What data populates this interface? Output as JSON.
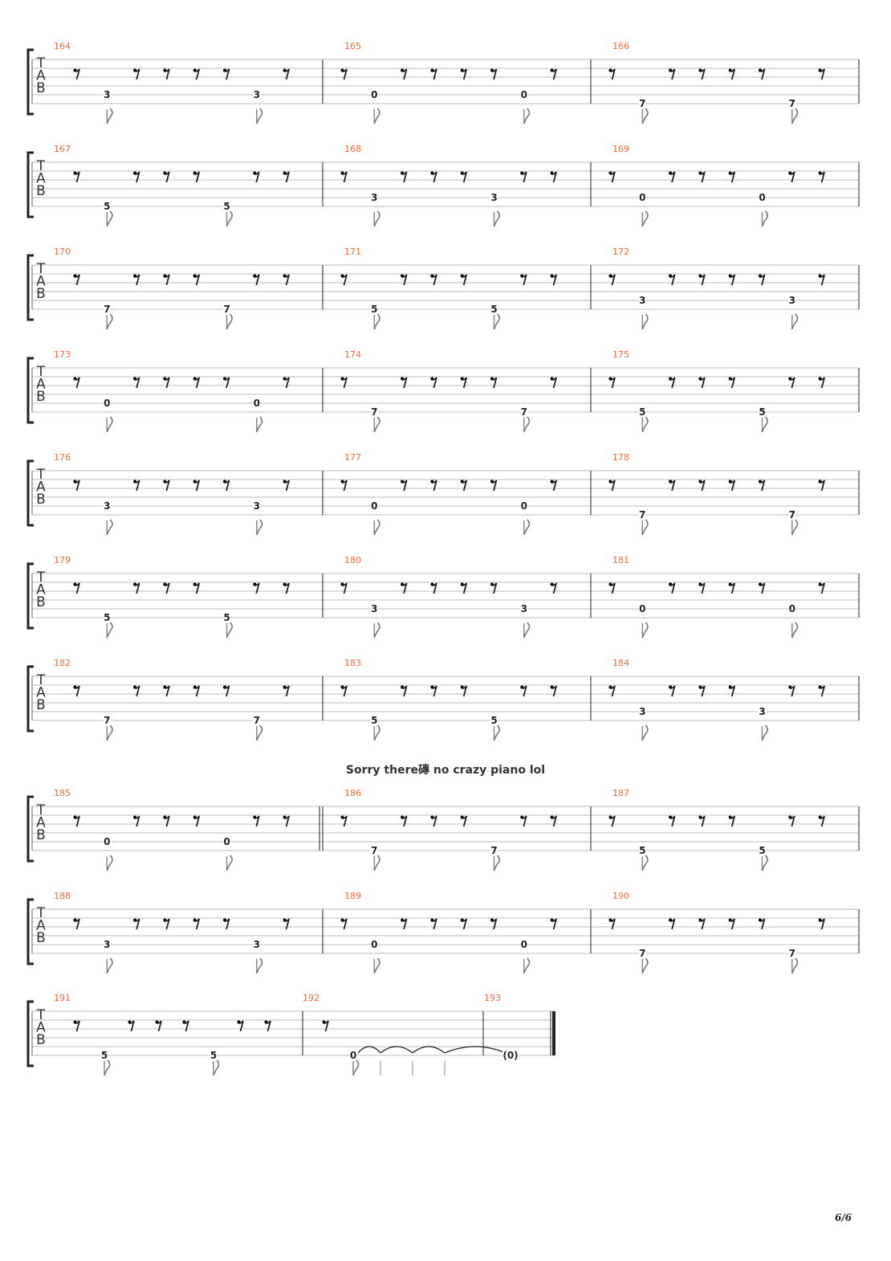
{
  "tab_letters": [
    "T",
    "A",
    "B"
  ],
  "annotation": "Sorry there磚 no crazy piano lol",
  "page_indicator": "6/6",
  "colors": {
    "measure_number": "#f26b3a",
    "staff_line": "#bbbbbb",
    "ink": "#222222"
  },
  "patterns": {
    "A": [
      2,
      7
    ],
    "B": [
      2,
      6
    ]
  },
  "systems": [
    {
      "measures": [
        {
          "number": "164",
          "fret": "3",
          "string": 5,
          "pattern": "A"
        },
        {
          "number": "165",
          "fret": "0",
          "string": 5,
          "pattern": "A"
        },
        {
          "number": "166",
          "fret": "7",
          "string": 6,
          "pattern": "A"
        }
      ]
    },
    {
      "measures": [
        {
          "number": "167",
          "fret": "5",
          "string": 6,
          "pattern": "B"
        },
        {
          "number": "168",
          "fret": "3",
          "string": 5,
          "pattern": "B"
        },
        {
          "number": "169",
          "fret": "0",
          "string": 5,
          "pattern": "B"
        }
      ]
    },
    {
      "measures": [
        {
          "number": "170",
          "fret": "7",
          "string": 6,
          "pattern": "B"
        },
        {
          "number": "171",
          "fret": "5",
          "string": 6,
          "pattern": "B"
        },
        {
          "number": "172",
          "fret": "3",
          "string": 5,
          "pattern": "A"
        }
      ]
    },
    {
      "measures": [
        {
          "number": "173",
          "fret": "0",
          "string": 5,
          "pattern": "A"
        },
        {
          "number": "174",
          "fret": "7",
          "string": 6,
          "pattern": "A"
        },
        {
          "number": "175",
          "fret": "5",
          "string": 6,
          "pattern": "B"
        }
      ]
    },
    {
      "measures": [
        {
          "number": "176",
          "fret": "3",
          "string": 5,
          "pattern": "A"
        },
        {
          "number": "177",
          "fret": "0",
          "string": 5,
          "pattern": "A"
        },
        {
          "number": "178",
          "fret": "7",
          "string": 6,
          "pattern": "A"
        }
      ]
    },
    {
      "measures": [
        {
          "number": "179",
          "fret": "5",
          "string": 6,
          "pattern": "B"
        },
        {
          "number": "180",
          "fret": "3",
          "string": 5,
          "pattern": "A"
        },
        {
          "number": "181",
          "fret": "0",
          "string": 5,
          "pattern": "A"
        }
      ]
    },
    {
      "measures": [
        {
          "number": "182",
          "fret": "7",
          "string": 6,
          "pattern": "A"
        },
        {
          "number": "183",
          "fret": "5",
          "string": 6,
          "pattern": "B"
        },
        {
          "number": "184",
          "fret": "3",
          "string": 5,
          "pattern": "B"
        }
      ]
    },
    {
      "measures": [
        {
          "number": "185",
          "fret": "0",
          "string": 5,
          "pattern": "B"
        },
        {
          "number": "186",
          "fret": "7",
          "string": 6,
          "pattern": "B",
          "double_bar_before": true
        },
        {
          "number": "187",
          "fret": "5",
          "string": 6,
          "pattern": "B"
        }
      ]
    },
    {
      "measures": [
        {
          "number": "188",
          "fret": "3",
          "string": 5,
          "pattern": "A"
        },
        {
          "number": "189",
          "fret": "0",
          "string": 5,
          "pattern": "A"
        },
        {
          "number": "190",
          "fret": "7",
          "string": 6,
          "pattern": "A"
        }
      ]
    }
  ],
  "final_system": {
    "measures": [
      {
        "number": "191",
        "fret": "5",
        "string": 6,
        "pattern": "B"
      },
      {
        "number": "192",
        "fret": "0",
        "string": 6,
        "tied": true
      },
      {
        "number": "193",
        "fret": "(0)",
        "string": 6,
        "tie_end": true
      }
    ]
  }
}
